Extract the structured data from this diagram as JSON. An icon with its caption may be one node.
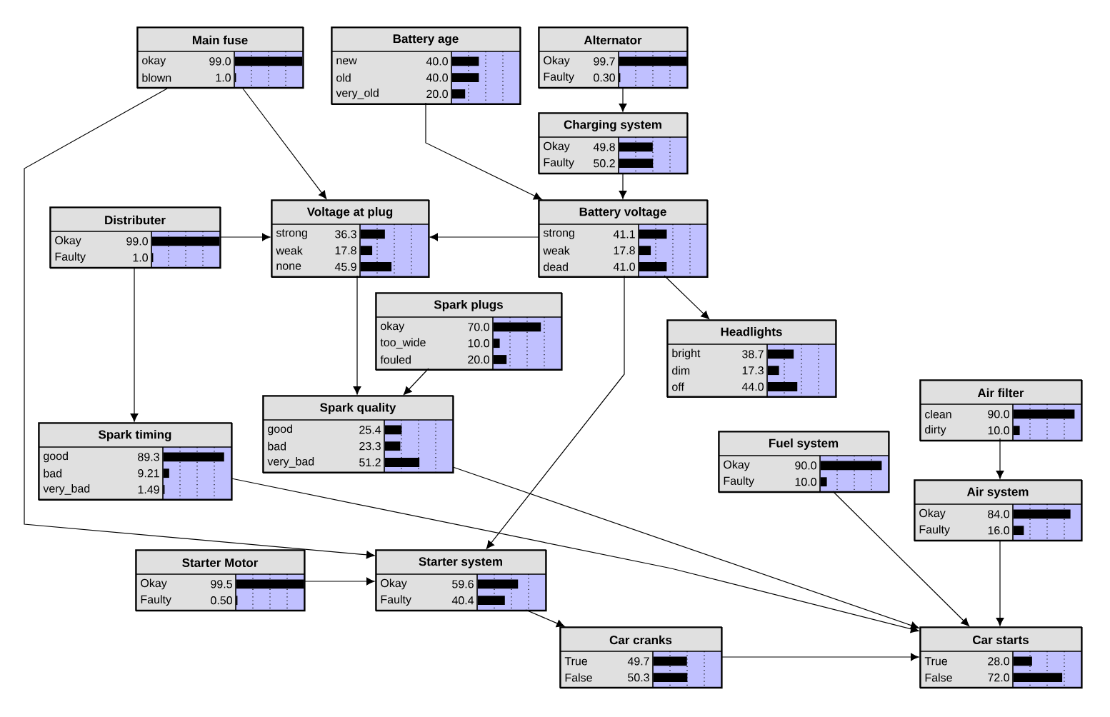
{
  "diagram": {
    "nodes": [
      {
        "text": [
          "Main fuse",
          "okay",
          "99.0",
          "blown",
          "1.0"
        ]
      },
      {
        "text": [
          "Battery age",
          "new",
          "40.0",
          "old",
          "40.0",
          "very_old",
          "20.0"
        ]
      },
      {
        "text": [
          "Alternator",
          "Okay",
          "99.7",
          "Faulty",
          "0.30"
        ]
      },
      {
        "text": [
          "Charging system",
          "Okay",
          "49.8",
          "Faulty",
          "50.2"
        ]
      },
      {
        "text": [
          "Distributer",
          "Okay",
          "99.0",
          "Faulty",
          "1.0"
        ]
      },
      {
        "text": [
          "Voltage at plug",
          "strong",
          "36.3",
          "weak",
          "17.8",
          "none",
          "45.9"
        ]
      },
      {
        "text": [
          "Battery voltage",
          "strong",
          "41.1",
          "weak",
          "17.8",
          "dead",
          "41.0"
        ]
      },
      {
        "text": [
          "Spark plugs",
          "okay",
          "70.0",
          "too_wide",
          "10.0",
          "fouled",
          "20.0"
        ]
      },
      {
        "text": [
          "Headlights",
          "bright",
          "38.7",
          "dim",
          "17.3",
          "off",
          "44.0"
        ]
      },
      {
        "text": [
          "Air filter",
          "clean",
          "90.0",
          "dirty",
          "10.0"
        ]
      },
      {
        "text": [
          "Spark timing",
          "good",
          "89.3",
          "bad",
          "9.21",
          "very_bad",
          "1.49"
        ]
      },
      {
        "text": [
          "Spark quality",
          "good",
          "25.4",
          "bad",
          "23.3",
          "very_bad",
          "51.2"
        ]
      },
      {
        "text": [
          "Fuel system",
          "Okay",
          "90.0",
          "Faulty",
          "10.0"
        ]
      },
      {
        "text": [
          "Air system",
          "Okay",
          "84.0",
          "Faulty",
          "16.0"
        ]
      },
      {
        "text": [
          "Starter Motor",
          "Okay",
          "99.5",
          "Faulty",
          "0.50"
        ]
      },
      {
        "text": [
          "Starter system",
          "Okay",
          "59.6",
          "Faulty",
          "40.4"
        ]
      },
      {
        "text": [
          "Car cranks",
          "True",
          "49.7",
          "False",
          "50.3"
        ]
      },
      {
        "text": [
          "Car starts",
          "True",
          "28.0",
          "False",
          "72.0"
        ]
      }
    ],
    "edges": [
      {
        "from": 0,
        "to": 5,
        "arrow": "to"
      },
      {
        "from": 0,
        "to": 15,
        "arrow": "to"
      },
      {
        "from": 1,
        "to": 6,
        "arrow": "to"
      },
      {
        "from": 2,
        "to": 3,
        "arrow": "to"
      },
      {
        "from": 3,
        "to": 6,
        "arrow": "to"
      },
      {
        "from": 4,
        "to": 5,
        "arrow": "to"
      },
      {
        "from": 6,
        "to": 5,
        "arrow": "to"
      },
      {
        "from": 6,
        "to": 8,
        "arrow": "to"
      },
      {
        "from": 6,
        "to": 15,
        "arrow": "to"
      },
      {
        "from": 4,
        "to": 10,
        "arrow": "to"
      },
      {
        "from": 5,
        "to": 11,
        "arrow": "to"
      },
      {
        "from": 7,
        "to": 11,
        "arrow": "to"
      },
      {
        "from": 9,
        "to": 13,
        "arrow": "to"
      },
      {
        "from": 10,
        "to": 17,
        "arrow": "to"
      },
      {
        "from": 11,
        "to": 17,
        "arrow": "to"
      },
      {
        "from": 12,
        "to": 17,
        "arrow": "to"
      },
      {
        "from": 13,
        "to": 17,
        "arrow": "to"
      },
      {
        "from": 14,
        "to": 15,
        "arrow": "to"
      },
      {
        "from": 15,
        "to": 16,
        "arrow": "to"
      },
      {
        "from": 16,
        "to": 17,
        "arrow": "to"
      }
    ]
  }
}
